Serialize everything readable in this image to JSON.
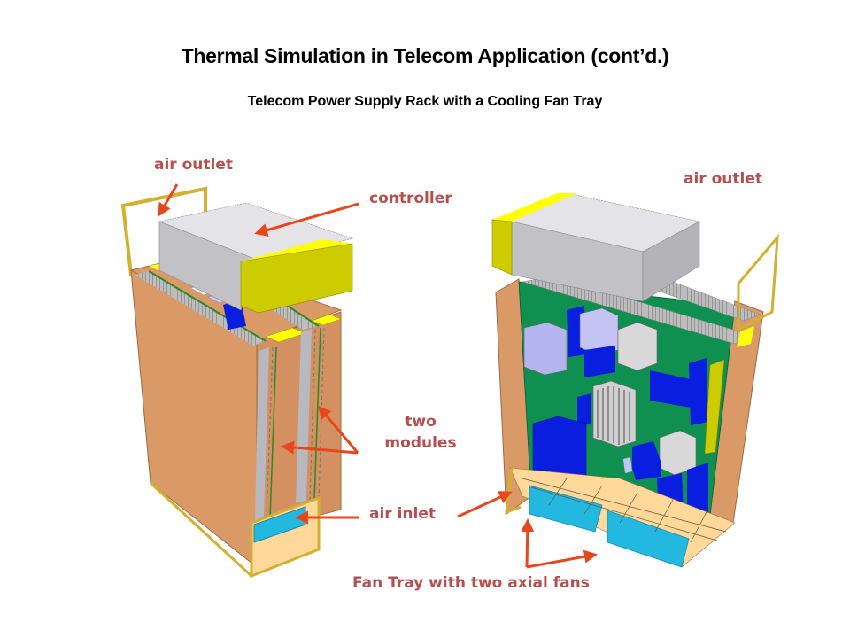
{
  "slide": {
    "title": "Thermal Simulation in Telecom Application (cont’d.)",
    "subtitle": "Telecom Power Supply Rack with a Cooling Fan Tray"
  },
  "labels": {
    "air_outlet_left": "air outlet",
    "air_outlet_right": "air outlet",
    "controller": "controller",
    "two_modules_line1": "two",
    "two_modules_line2": "modules",
    "air_inlet": "air inlet",
    "fan_tray": "Fan Tray with two axial fans"
  },
  "colors": {
    "label_text": "#b5504f",
    "arrow": "#e8471e",
    "enclosure": "#d99a68",
    "enclosure_dark": "#c68654",
    "frame": "#d4b030",
    "controller_top": "#e4e4e8",
    "controller_side": "#c2c2c6",
    "controller_yellow": "#ffff00",
    "controller_yellow_dark": "#cccc00",
    "pcb": "#109050",
    "component_blue": "#0a1ee0",
    "component_lavender": "#b4b4ee",
    "component_gray": "#d8d8d8",
    "fan": "#22b8e0",
    "fan_tray_base": "#ffd89a"
  }
}
